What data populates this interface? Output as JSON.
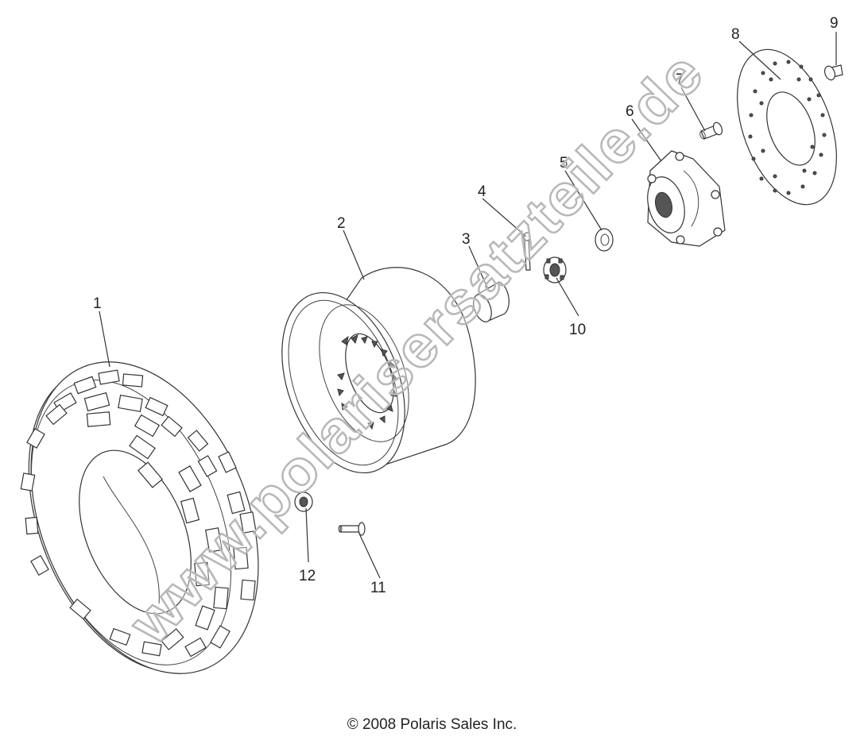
{
  "diagram": {
    "callouts": {
      "c1": "1",
      "c2": "2",
      "c3": "3",
      "c4": "4",
      "c5": "5",
      "c6": "6",
      "c7": "7",
      "c8": "8",
      "c9": "9",
      "c10": "10",
      "c11": "11",
      "c12": "12"
    },
    "watermark": "www.polarisersatzteile.de"
  },
  "footer": {
    "copyright": "© 2008 Polaris Sales Inc."
  }
}
